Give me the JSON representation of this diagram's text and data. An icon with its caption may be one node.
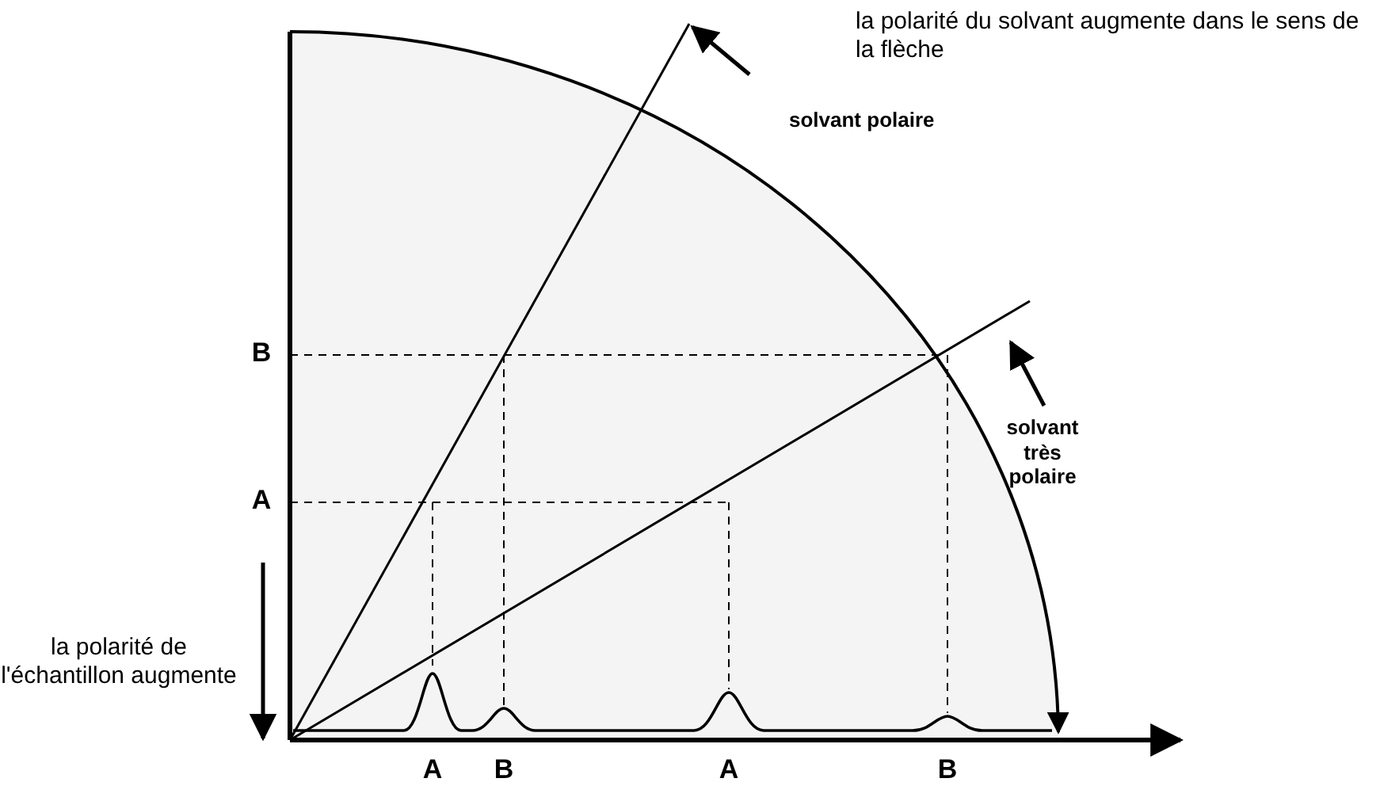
{
  "diagram": {
    "labels": [
      "la polarité du solvant augmente dans le sens de la flèche",
      "solvant polaire",
      "B",
      "solvant très polaire",
      "A",
      "la polarité de l'échantillon augmente",
      "A",
      "B",
      "A",
      "B"
    ]
  }
}
